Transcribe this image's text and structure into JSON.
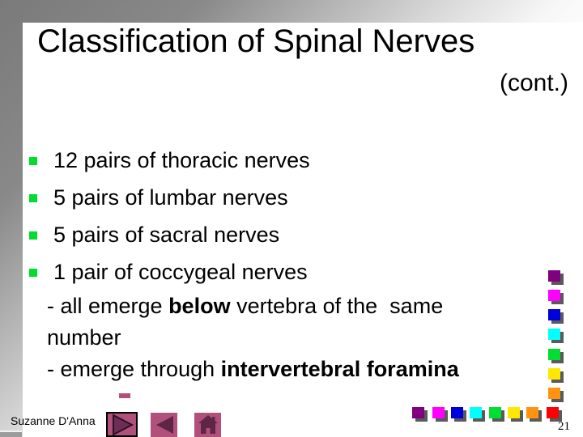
{
  "slide": {
    "title": "Classification of Spinal Nerves",
    "subtitle": "(cont.)",
    "bullets": [
      "12 pairs of thoracic nerves",
      "5 pairs of lumbar nerves",
      "5 pairs of sacral nerves",
      "1 pair of coccygeal nerves"
    ],
    "sub_lines": [
      {
        "segments": [
          {
            "text": "- all emerge ",
            "bold": false
          },
          {
            "text": "below",
            "bold": true
          },
          {
            "text": " vertebra of the  same",
            "bold": false
          }
        ]
      },
      {
        "segments": [
          {
            "text": "number",
            "bold": false
          }
        ]
      },
      {
        "segments": [
          {
            "text": "- emerge through ",
            "bold": false
          },
          {
            "text": "intervertebral foramina",
            "bold": true
          }
        ]
      }
    ],
    "footer_author": "Suzanne D'Anna",
    "page_number": "21",
    "nav_buttons": [
      {
        "icon": "triangle-right-icon"
      },
      {
        "icon": "triangle-left-icon"
      },
      {
        "icon": "house-icon"
      }
    ],
    "colors": {
      "bullet_green": "#00dd2e",
      "button_pink": "#b0517c",
      "button_dark": "#5e2547",
      "shadow_gray": "#5a5a5a",
      "square_colors": [
        "#800080",
        "#ff00ff",
        "#0000dd",
        "#00ffff",
        "#00dd33",
        "#ffe800",
        "#ff9310",
        "#ff0000"
      ]
    }
  }
}
